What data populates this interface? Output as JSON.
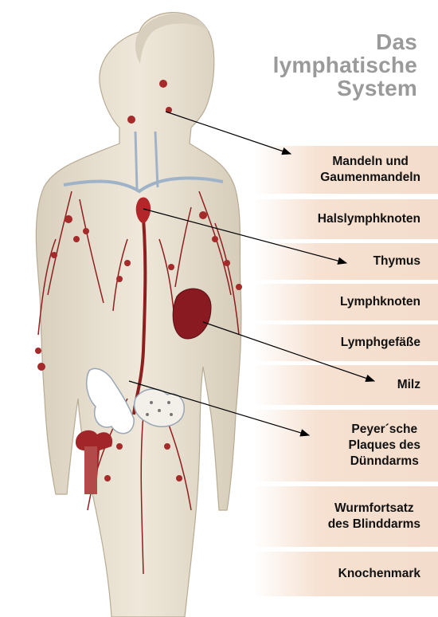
{
  "title": [
    "Das",
    "lymphatische",
    "System"
  ],
  "labels": [
    "Mandeln und\nGaumenmandeln",
    "Halslymphknoten",
    "Thymus",
    "Lymphknoten",
    "Lymphgefäße",
    "Milz",
    "Peyer´sche\nPlaques des\nDünndarms",
    "Wurmfortsatz\ndes Blinddarms",
    "Knochenmark"
  ],
  "colors": {
    "skin": "#ebe3d3",
    "vessel": "#8e1f1f",
    "node": "#a52a2a",
    "vein_blue": "#9fb3c8",
    "title_gray": "#9a9a9a",
    "label_band": "#f3dccb"
  },
  "icons": [
    "human-body-figure",
    "spleen-organ",
    "thymus-organ",
    "intestine-organ",
    "bone-marrow-femur"
  ]
}
